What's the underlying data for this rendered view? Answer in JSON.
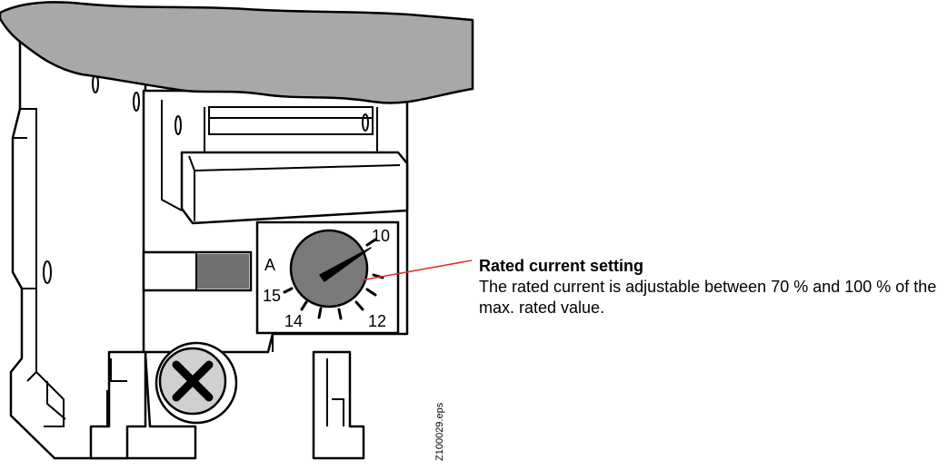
{
  "figure": {
    "dial": {
      "unit_label": "A",
      "scale_labels": [
        "10",
        "12",
        "14",
        "15"
      ]
    },
    "file_code": "Z100029.eps",
    "colors": {
      "cover": "#a8a8a8",
      "dial_knob": "#7a7a7a",
      "slider": "#707070",
      "screw": "#d0d0d0",
      "callout_line": "#e0302a",
      "outline": "#000000"
    }
  },
  "callout": {
    "title": "Rated current setting",
    "body": "The rated current is adjustable between 70 % and 100 % of the max. rated value."
  }
}
